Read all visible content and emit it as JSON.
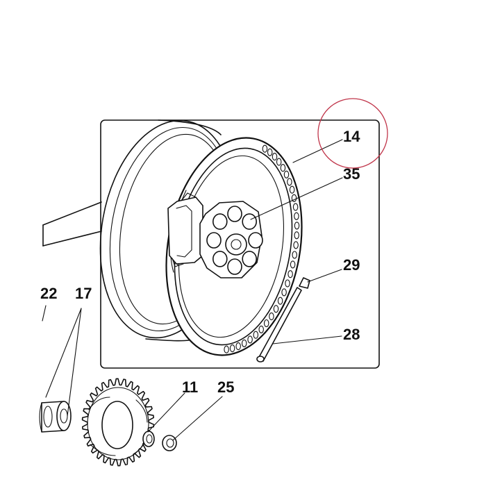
{
  "colors": {
    "ink": "#111111",
    "paper": "#ffffff",
    "highlight_circle": "#c0354a"
  },
  "callouts": [
    {
      "id": "14"
    },
    {
      "id": "35"
    },
    {
      "id": "29"
    },
    {
      "id": "28"
    },
    {
      "id": "22"
    },
    {
      "id": "17"
    },
    {
      "id": "11"
    },
    {
      "id": "25"
    }
  ],
  "highlighted_callout": "14"
}
